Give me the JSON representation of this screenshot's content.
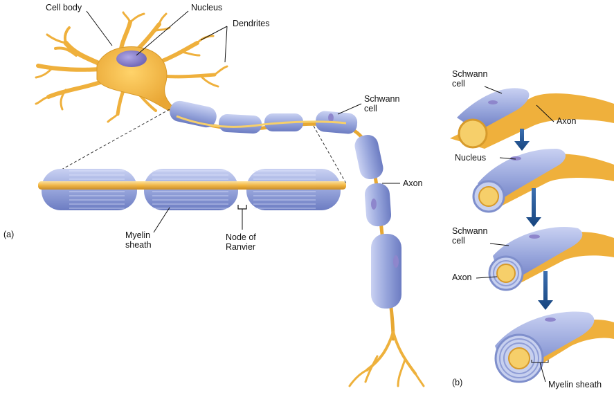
{
  "panel_a": {
    "tag": "(a)",
    "labels": {
      "cell_body": "Cell body",
      "nucleus": "Nucleus",
      "dendrites": "Dendrites",
      "schwann_line1": "Schwann",
      "schwann_line2": "cell",
      "axon": "Axon",
      "myelin_line1": "Myelin",
      "myelin_line2": "sheath",
      "node_line1": "Node of",
      "node_line2": "Ranvier"
    }
  },
  "panel_b": {
    "tag": "(b)",
    "labels": {
      "schwann_top_line1": "Schwann",
      "schwann_top_line2": "cell",
      "axon_top": "Axon",
      "nucleus": "Nucleus",
      "schwann_mid_line1": "Schwann",
      "schwann_mid_line2": "cell",
      "axon_mid": "Axon",
      "myelin_sheath": "Myelin sheath"
    }
  },
  "colors": {
    "neuron": "#f2b63f",
    "neuron_dark": "#d7952a",
    "nucleus": "#8f86cf",
    "myelin": "#9eaadc",
    "myelin_light": "#c8d0f0",
    "myelin_dark": "#6f7fc4",
    "axon_core": "#f6d070",
    "arrow": "#1f4f8f"
  }
}
